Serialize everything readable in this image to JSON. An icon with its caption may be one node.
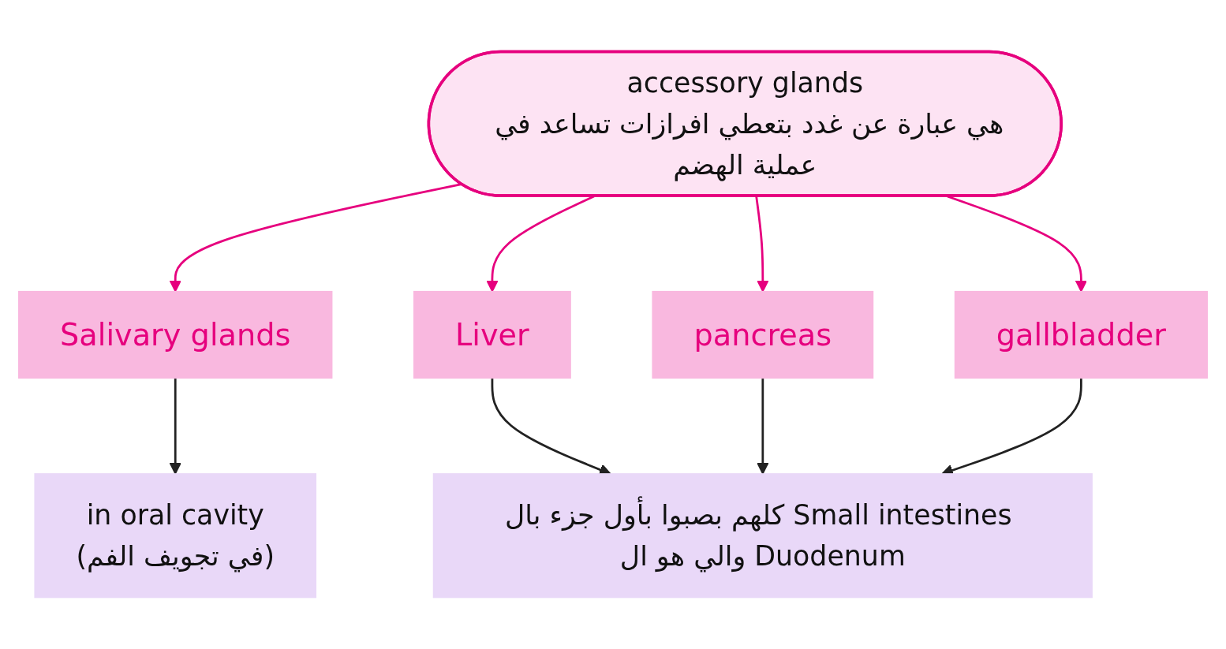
{
  "diagram": {
    "nodes": [
      {
        "text": [
          "accessory glands",
          "هي عبارة عن غدد بتعطي افرازات تساعد في عملية الهضم"
        ]
      },
      {
        "text": [
          "Salivary glands"
        ]
      },
      {
        "text": [
          "Liver"
        ]
      },
      {
        "text": [
          "pancreas"
        ]
      },
      {
        "text": [
          "gallbladder"
        ]
      },
      {
        "text": [
          "in oral cavity",
          "(في تجويف الفم)"
        ]
      },
      {
        "text": [
          "كلهم بصبوا بأول جزء بال Small intestines والي هو ال Duodenum"
        ]
      }
    ],
    "edges": [
      {
        "from": 0,
        "to": 1,
        "arrow": "to"
      },
      {
        "from": 0,
        "to": 2,
        "arrow": "to"
      },
      {
        "from": 0,
        "to": 3,
        "arrow": "to"
      },
      {
        "from": 0,
        "to": 4,
        "arrow": "to"
      },
      {
        "from": 1,
        "to": 5,
        "arrow": "to",
        "color": "#222222"
      },
      {
        "from": 2,
        "to": 6,
        "arrow": "to",
        "color": "#222222"
      },
      {
        "from": 3,
        "to": 6,
        "arrow": "to",
        "color": "#222222"
      },
      {
        "from": 4,
        "to": 6,
        "arrow": "to",
        "color": "#222222"
      }
    ]
  }
}
